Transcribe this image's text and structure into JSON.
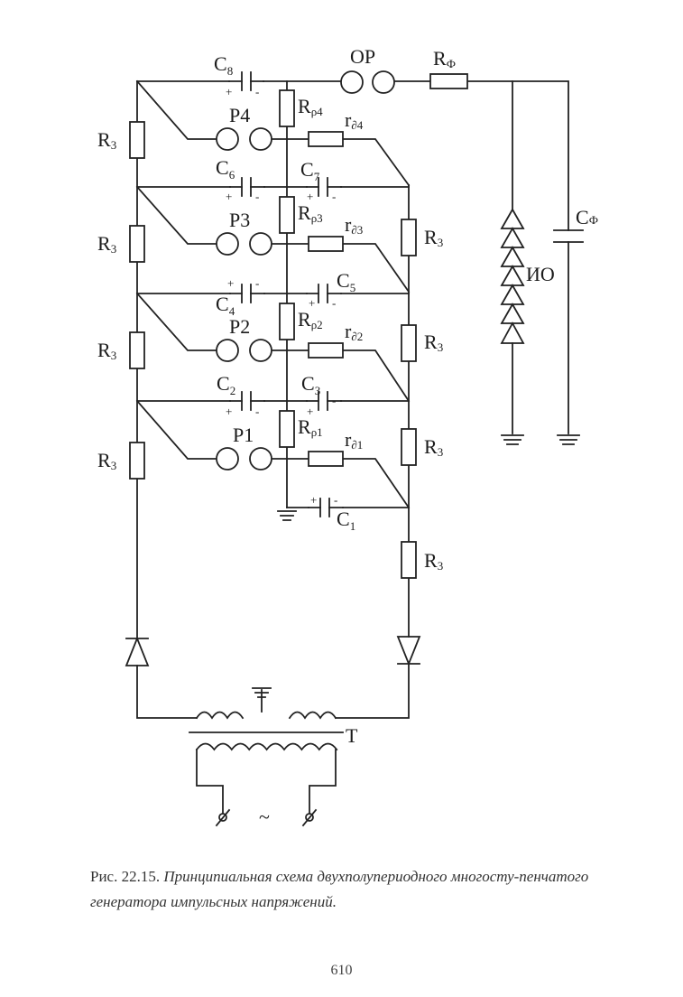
{
  "diagram": {
    "capacitors": {
      "c8": {
        "main": "C",
        "sub": "8"
      },
      "c6": {
        "main": "C",
        "sub": "6"
      },
      "c7": {
        "main": "C",
        "sub": "7"
      },
      "c4": {
        "main": "C",
        "sub": "4"
      },
      "c5": {
        "main": "C",
        "sub": "5"
      },
      "c2": {
        "main": "C",
        "sub": "2"
      },
      "c3": {
        "main": "C",
        "sub": "3"
      },
      "c1": {
        "main": "C",
        "sub": "1"
      },
      "cf": {
        "main": "C",
        "sub": "Ф"
      }
    },
    "gaps": {
      "op": "OP",
      "p4": "P4",
      "p3": "P3",
      "p2": "P2",
      "p1": "P1"
    },
    "resistors": {
      "rf": {
        "main": "R",
        "sub": "Ф"
      },
      "rp4": {
        "main": "R",
        "sub": "ρ4"
      },
      "rp3": {
        "main": "R",
        "sub": "ρ3"
      },
      "rp2": {
        "main": "R",
        "sub": "ρ2"
      },
      "rp1": {
        "main": "R",
        "sub": "ρ1"
      },
      "rd4": {
        "main": "r",
        "sub": "∂4"
      },
      "rd3": {
        "main": "r",
        "sub": "∂3"
      },
      "rd2": {
        "main": "r",
        "sub": "∂2"
      },
      "rd1": {
        "main": "r",
        "sub": "∂1"
      },
      "r3": {
        "main": "R",
        "sub": "3"
      }
    },
    "divider_label": "ИО",
    "transformer_label": "T",
    "ac_symbol": "~",
    "polarity": {
      "plus": "+",
      "minus": "-"
    }
  },
  "caption": {
    "figure_number": "Рис. 22.15.",
    "text": "Принципиальная схема двухполупериодного многосту-пенчатого генератора импульсных напряжений."
  },
  "page_number": "610"
}
